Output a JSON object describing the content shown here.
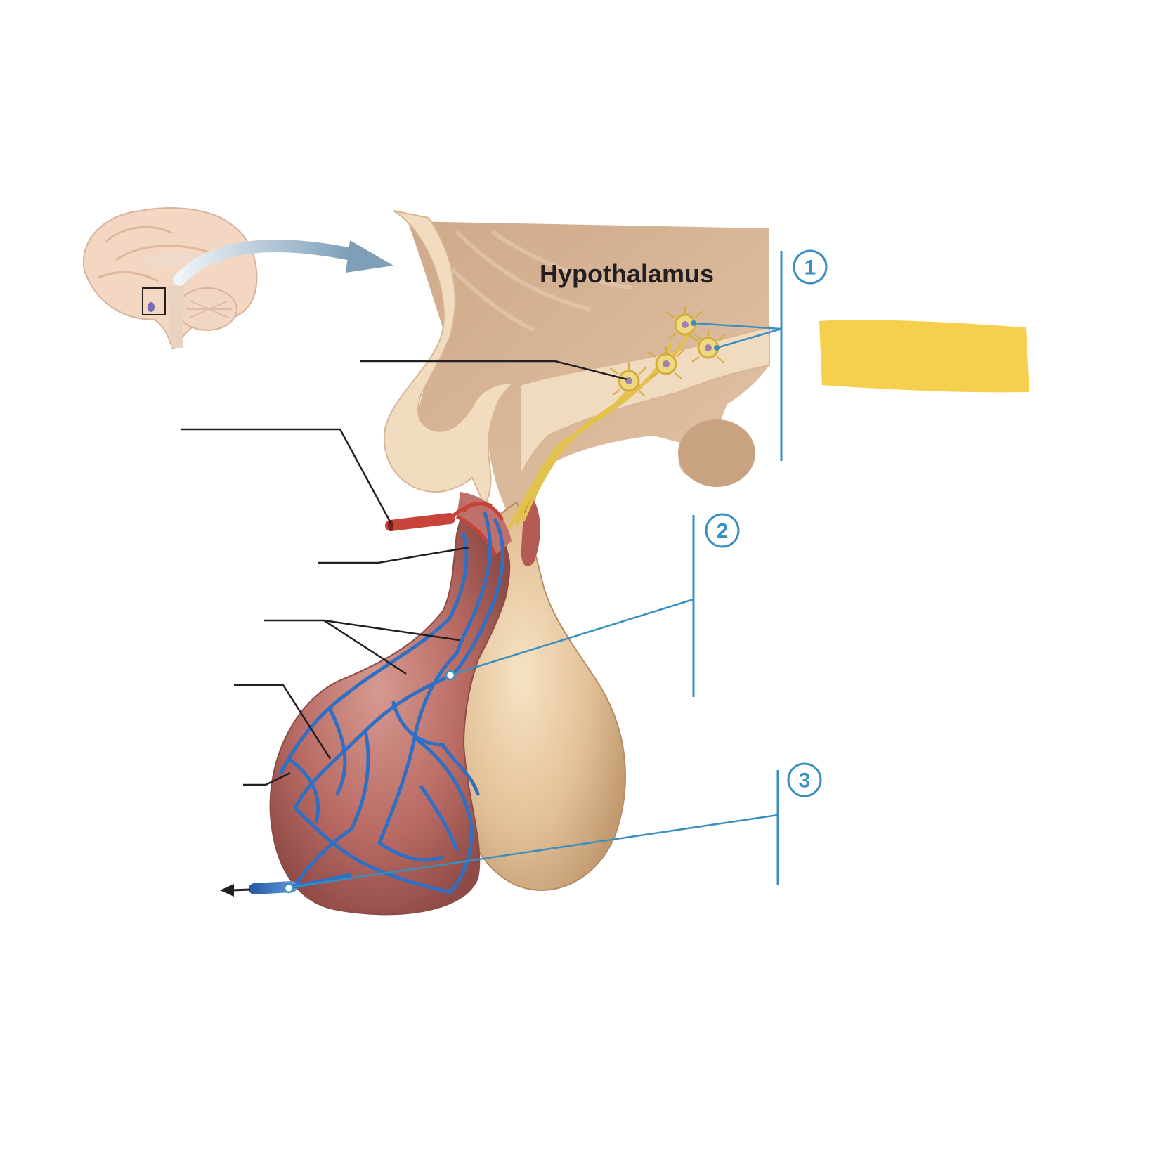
{
  "labels": {
    "hypothalamus": "Hypothalamus"
  },
  "steps": [
    {
      "number": "1"
    },
    {
      "number": "2"
    },
    {
      "number": "3"
    }
  ],
  "colors": {
    "leader_line_black": "#231f20",
    "leader_line_blue": "#3a8fc0",
    "highlight_box": "#f5d04e",
    "artery": "#c6443a",
    "vein": "#2f6fc4",
    "neurons": "#e2c24a",
    "anterior_lobe": "#b86a63",
    "posterior_lobe": "#e3c197",
    "hypothalamus_tissue": "#d8b699"
  },
  "icons": {
    "brain_thumbnail": "brain-icon",
    "zoom_arrow": "curved-arrow-icon",
    "outflow_arrow": "arrow-left-icon"
  }
}
